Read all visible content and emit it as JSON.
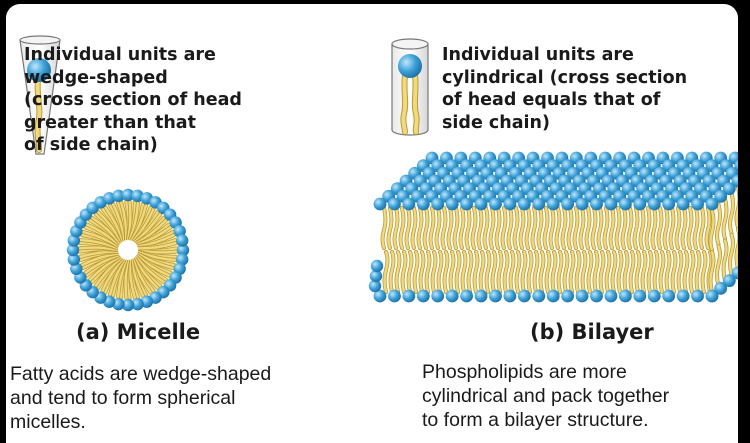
{
  "panel_a": {
    "unit_description": [
      "Individual units are",
      "wedge-shaped",
      "(cross section of head",
      "greater than that",
      "of side chain)"
    ],
    "caption": "(a) Micelle",
    "body": [
      "Fatty acids are wedge-shaped",
      "and tend to form spherical",
      "micelles."
    ]
  },
  "panel_b": {
    "unit_description": [
      "Individual units are",
      "cylindrical (cross section",
      "of head equals that of",
      "side chain)"
    ],
    "caption": "(b) Bilayer",
    "body": [
      "Phospholipids are more",
      "cylindrical and pack together",
      "to form a bilayer structure."
    ]
  },
  "colors": {
    "head": "#3a9fd6",
    "tail": "#f2da7c",
    "tail_outline": "#b89a3a",
    "background": "#ffffff"
  }
}
